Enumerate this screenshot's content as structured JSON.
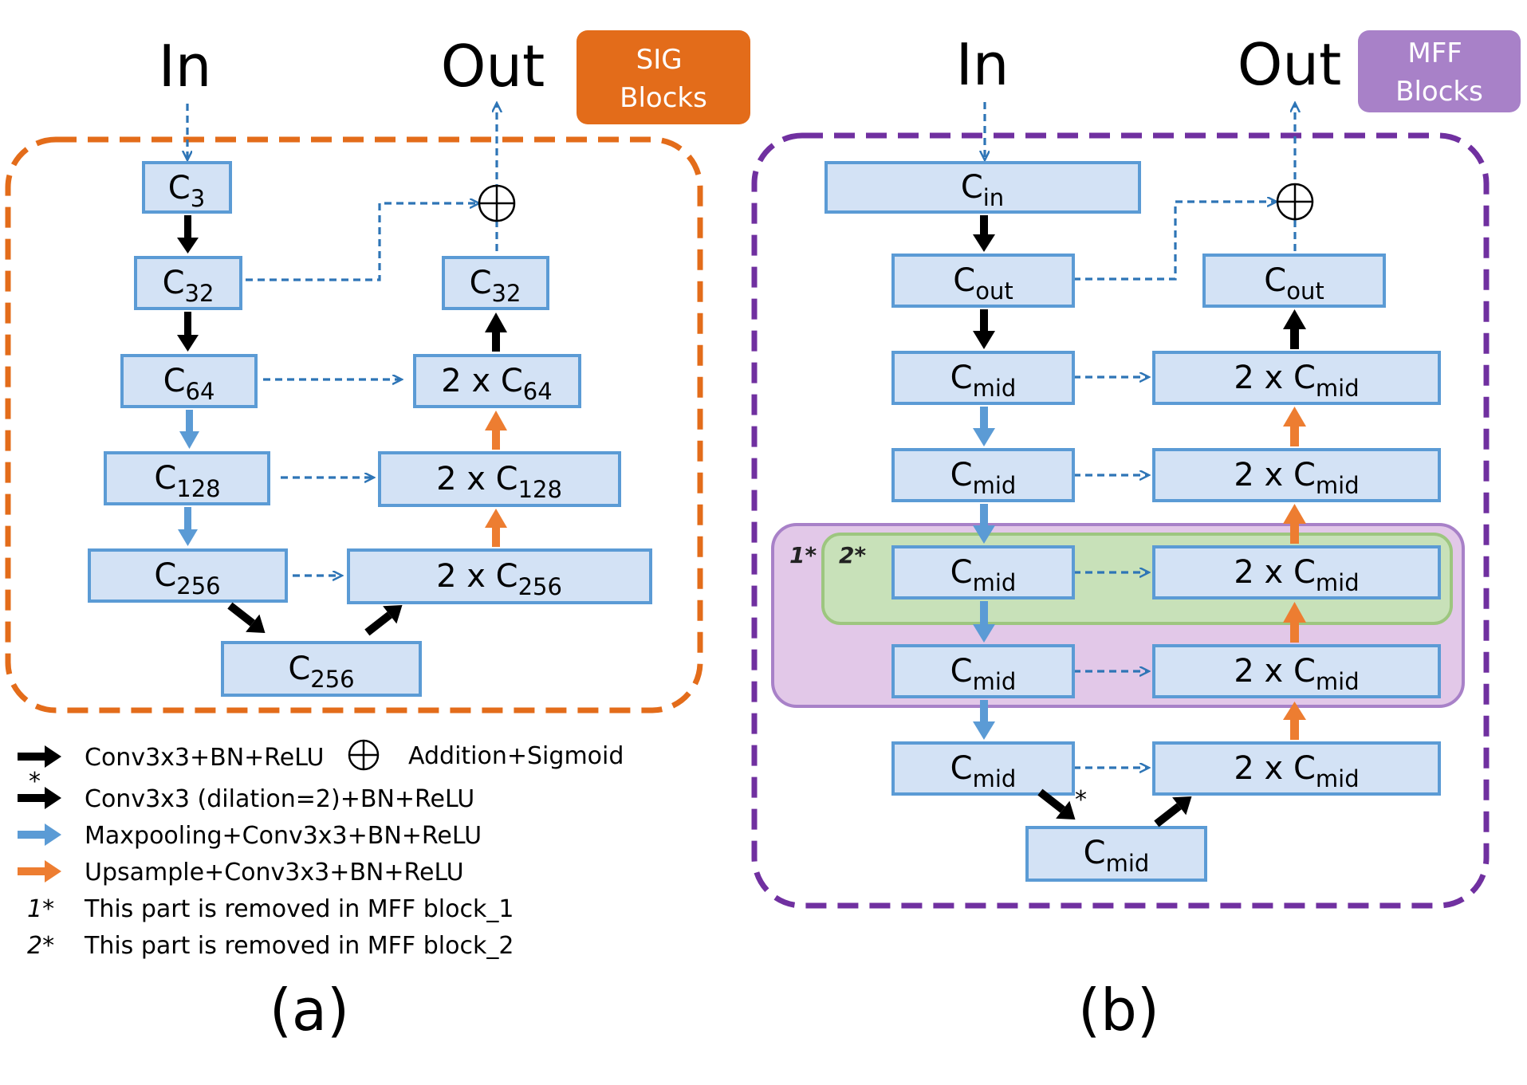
{
  "panel_a": {
    "in_label": "In",
    "out_label": "Out",
    "tag": [
      "SIG",
      "Blocks"
    ],
    "caption": "(a)",
    "nodes": {
      "c3": {
        "prefix": "",
        "base": "C",
        "sub": "3"
      },
      "c32_left": {
        "prefix": "",
        "base": "C",
        "sub": "32"
      },
      "c64": {
        "prefix": "",
        "base": "C",
        "sub": "64"
      },
      "c128": {
        "prefix": "",
        "base": "C",
        "sub": "128"
      },
      "c256_left": {
        "prefix": "",
        "base": "C",
        "sub": "256"
      },
      "c256_bottom": {
        "prefix": "",
        "base": "C",
        "sub": "256"
      },
      "c32_right": {
        "prefix": "",
        "base": "C",
        "sub": "32"
      },
      "c64_right": {
        "prefix": "2 x ",
        "base": "C",
        "sub": "64"
      },
      "c128_right": {
        "prefix": "2 x ",
        "base": "C",
        "sub": "128"
      },
      "c256_right": {
        "prefix": "2 x ",
        "base": "C",
        "sub": "256"
      }
    }
  },
  "panel_b": {
    "in_label": "In",
    "out_label": "Out",
    "tag": [
      "MFF",
      "Blocks"
    ],
    "caption": "(b)",
    "group_labels": {
      "outer": "1*",
      "inner": "2*"
    },
    "dilation_star": "*",
    "nodes": {
      "cin": {
        "prefix": "",
        "base": "C",
        "sub": "in"
      },
      "cout_left": {
        "prefix": "",
        "base": "C",
        "sub": "out"
      },
      "cout_right": {
        "prefix": "",
        "base": "C",
        "sub": "out"
      },
      "cmid_l1": {
        "prefix": "",
        "base": "C",
        "sub": "mid"
      },
      "cmid_l2": {
        "prefix": "",
        "base": "C",
        "sub": "mid"
      },
      "cmid_l3": {
        "prefix": "",
        "base": "C",
        "sub": "mid"
      },
      "cmid_l4": {
        "prefix": "",
        "base": "C",
        "sub": "mid"
      },
      "cmid_l5": {
        "prefix": "",
        "base": "C",
        "sub": "mid"
      },
      "cmid_bottom": {
        "prefix": "",
        "base": "C",
        "sub": "mid"
      },
      "cmid_r1": {
        "prefix": "2 x ",
        "base": "C",
        "sub": "mid"
      },
      "cmid_r2": {
        "prefix": "2 x ",
        "base": "C",
        "sub": "mid"
      },
      "cmid_r3": {
        "prefix": "2 x ",
        "base": "C",
        "sub": "mid"
      },
      "cmid_r4": {
        "prefix": "2 x ",
        "base": "C",
        "sub": "mid"
      },
      "cmid_r5": {
        "prefix": "2 x ",
        "base": "C",
        "sub": "mid"
      }
    }
  },
  "legend": {
    "conv": "Conv3x3+BN+ReLU",
    "addition": "Addition+Sigmoid",
    "dilation_star": "*",
    "dilation": "Conv3x3 (dilation=2)+BN+ReLU",
    "maxpool": "Maxpooling+Conv3x3+BN+ReLU",
    "upsample": "Upsample+Conv3x3+BN+ReLU",
    "note1_mark": "1*",
    "note1": "This part is removed in MFF block_1",
    "note2_mark": "2*",
    "note2": "This part is removed in MFF block_2"
  },
  "colors": {
    "node_fill": "#d3e2f5",
    "node_stroke": "#5b9bd5",
    "sig_orange": "#e36c1a",
    "mff_purple": "#7030a0",
    "mff_tag": "#a881c8",
    "group_purple_fill": "#e2c8e8",
    "group_green_fill": "#c8e1b9",
    "dash_blue": "#2e75b6",
    "arrow_black": "#000000",
    "arrow_blue": "#5b9bd5",
    "arrow_orange": "#ed7d31"
  }
}
